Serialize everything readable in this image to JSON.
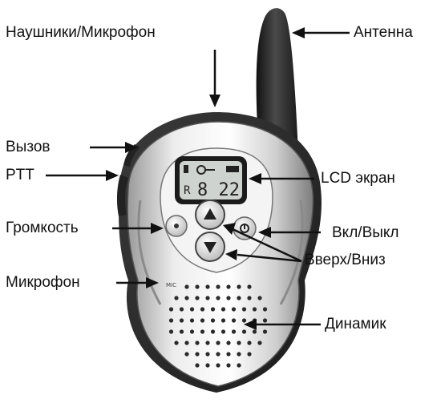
{
  "labels": {
    "headphones_mic": "Наушники/Микрофон",
    "antenna": "Антенна",
    "call": "Вызов",
    "ptt": "PTT",
    "lcd": "LCD экран",
    "volume": "Громкость",
    "power": "Вкл/Выкл",
    "updown": "Вверх/Вниз",
    "mic": "Микрофон",
    "speaker": "Динамик"
  },
  "device": {
    "lcd_channel_letter": "R",
    "lcd_digits": "8 22",
    "mic_mark": "MIC"
  },
  "colors": {
    "body_dark": "#2b2b2b",
    "body_light": "#e6e6e6",
    "lcd_bg": "#cfd3cf",
    "arrow": "#111111"
  }
}
